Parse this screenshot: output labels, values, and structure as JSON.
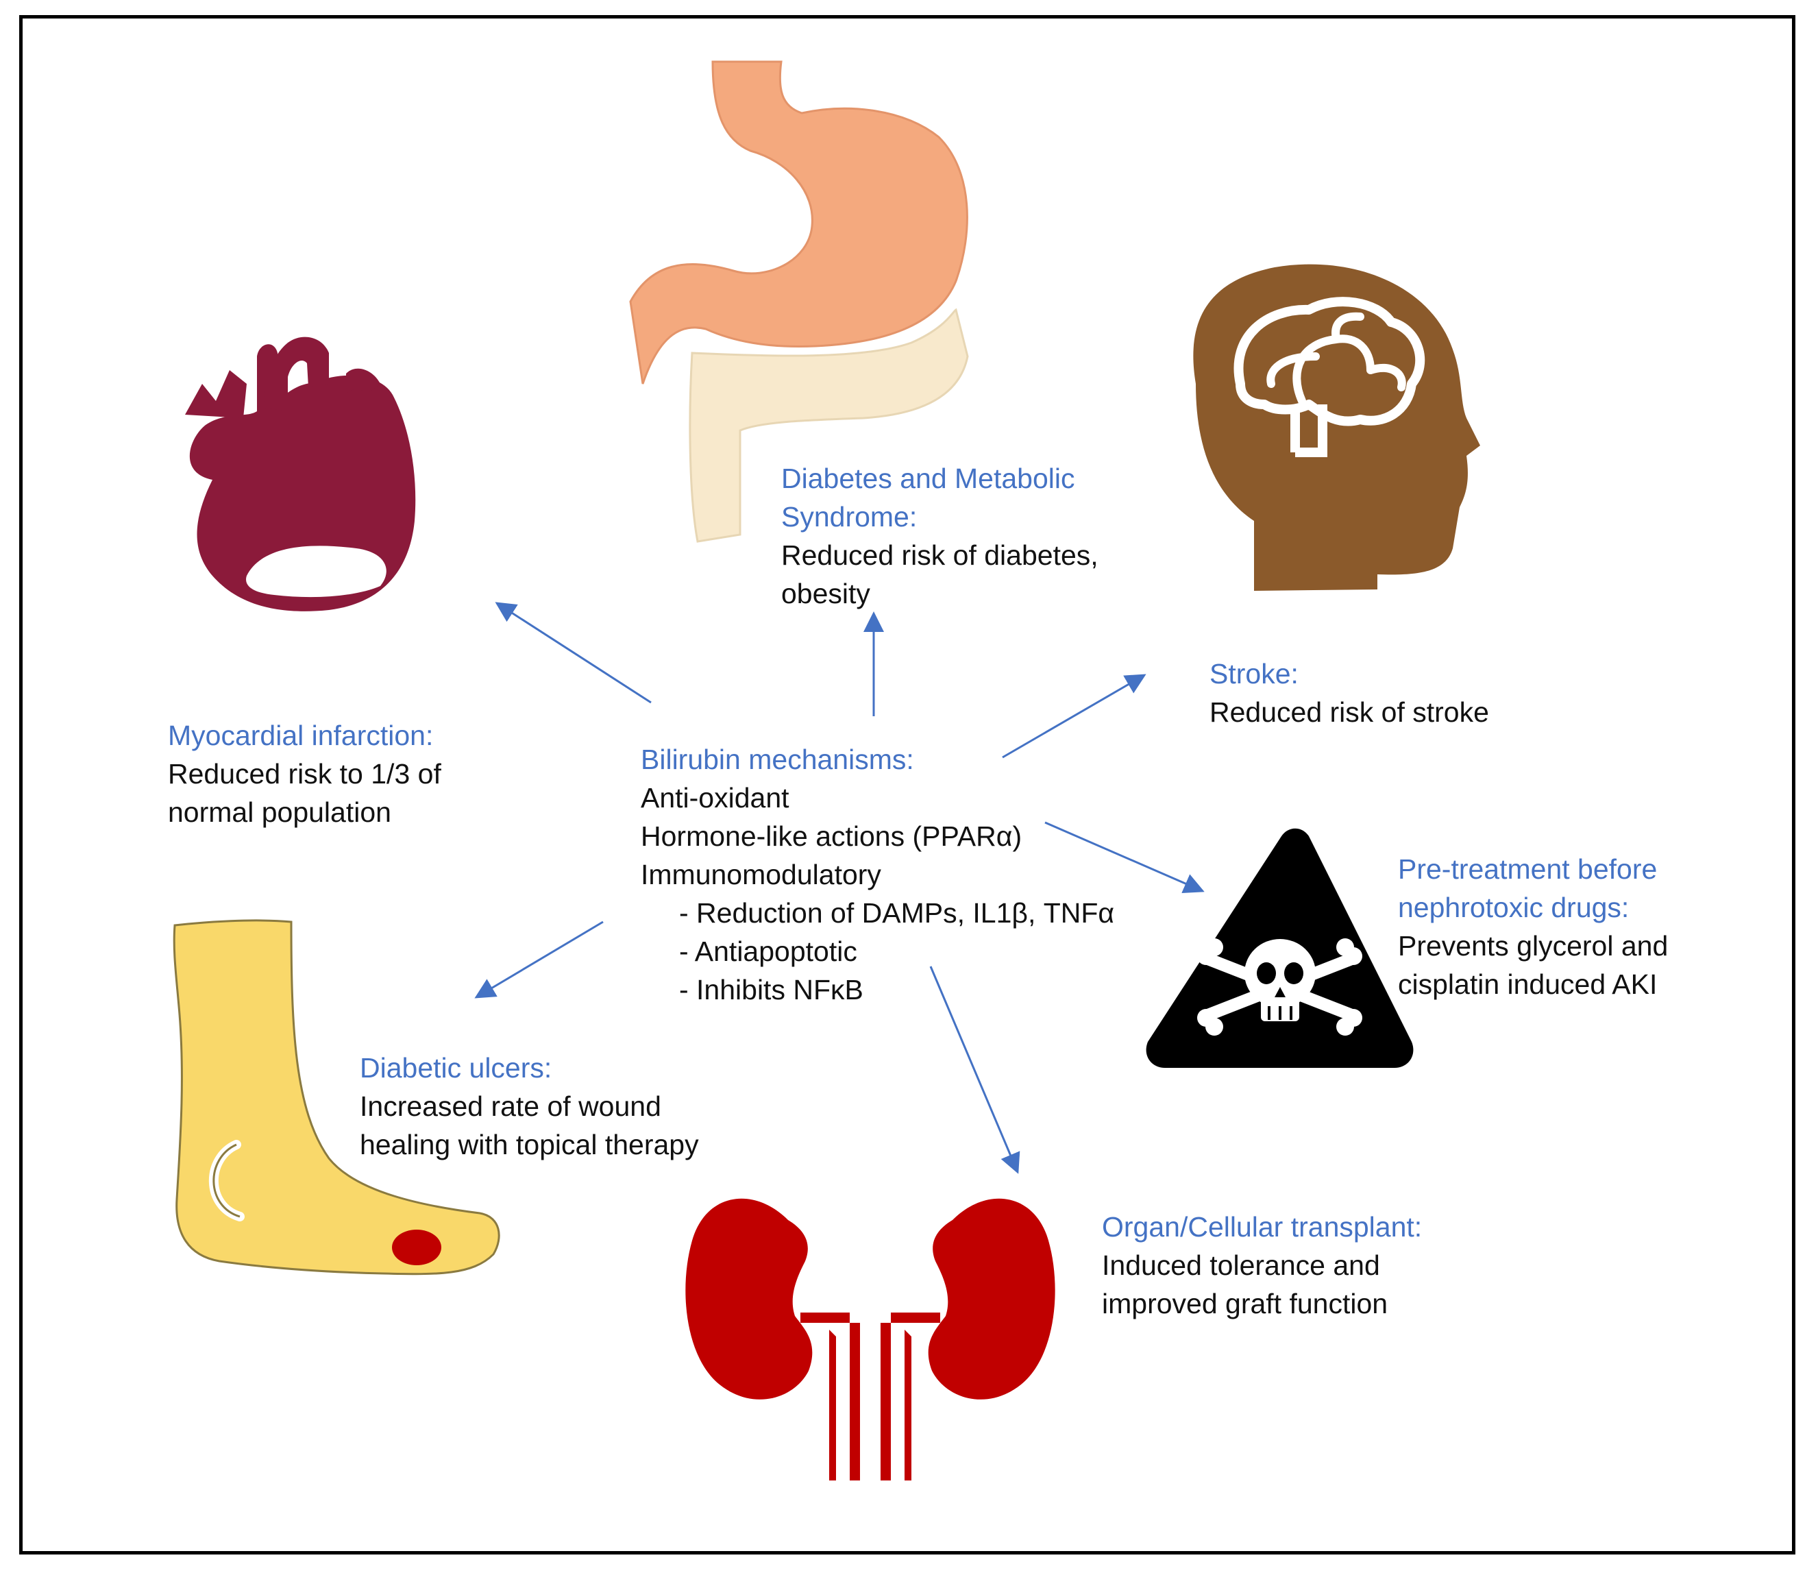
{
  "center": {
    "heading": "Bilirubin mechanisms:",
    "lines": [
      "Anti-oxidant",
      "Hormone-like actions (PPARα)",
      "Immunomodulatory"
    ],
    "sub_lines": [
      "- Reduction of DAMPs, IL1β, TNFα",
      "- Antiapoptotic",
      "- Inhibits NFκB"
    ]
  },
  "outcomes": {
    "diabetes": {
      "heading_1": "Diabetes and Metabolic",
      "heading_2": "Syndrome:",
      "line_1": "Reduced risk of diabetes,",
      "line_2": "obesity"
    },
    "stroke": {
      "heading": "Stroke:",
      "line_1": "Reduced risk of stroke"
    },
    "myocardial": {
      "heading": "Myocardial infarction:",
      "line_1": "Reduced risk to 1/3  of",
      "line_2": "normal population"
    },
    "nephrotoxic": {
      "heading_1": "Pre-treatment  before",
      "heading_2": "nephrotoxic drugs:",
      "line_1": "Prevents glycerol and",
      "line_2": "cisplatin induced AKI"
    },
    "ulcers": {
      "heading": "Diabetic ulcers:",
      "line_1": "Increased rate of wound",
      "line_2": "healing with topical therapy"
    },
    "transplant": {
      "heading": "Organ/Cellular transplant:",
      "line_1": "Induced tolerance and",
      "line_2": "improved graft function"
    }
  },
  "colors": {
    "heading": "#4472c4",
    "arrow": "#4472c4",
    "stomach": "#f4a97e",
    "pancreas": "#f8e9cc",
    "brain_head": "#8b5a2b",
    "heart": "#8b1a3a",
    "foot": "#f9d86a",
    "kidney": "#c00000",
    "hazard": "#000000"
  },
  "icons": [
    "stomach-pancreas-icon",
    "brain-head-icon",
    "heart-icon",
    "foot-ulcer-icon",
    "kidneys-icon",
    "skull-crossbones-hazard-icon"
  ]
}
